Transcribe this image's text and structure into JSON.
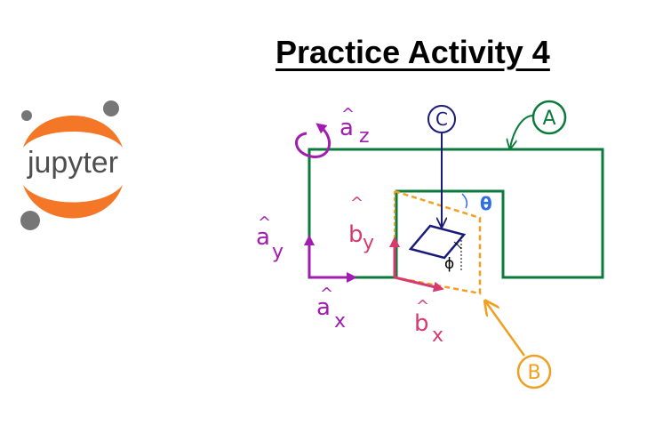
{
  "title": "Practice Activity 4",
  "logo": {
    "text": "jupyter",
    "colors": {
      "orange": "#F37726",
      "gray": "#767677",
      "text": "#4E4E4E"
    }
  },
  "labels": {
    "a_x": "a",
    "a_x_sub": "x",
    "a_y": "a",
    "a_y_sub": "y",
    "a_z": "a",
    "a_z_sub": "z",
    "b_x": "b",
    "b_x_sub": "x",
    "b_y": "b",
    "b_y_sub": "y",
    "hat": "^",
    "body_A": "A",
    "body_B": "B",
    "body_C": "C",
    "theta": "θ",
    "phi": "ϕ"
  },
  "colors": {
    "frame_a": "#A21CAF",
    "frame_b": "#D63A6E",
    "body_A": "#0B7A3B",
    "body_B": "#F0A020",
    "body_C": "#1A1A7A",
    "theta": "#2F6FE0"
  }
}
